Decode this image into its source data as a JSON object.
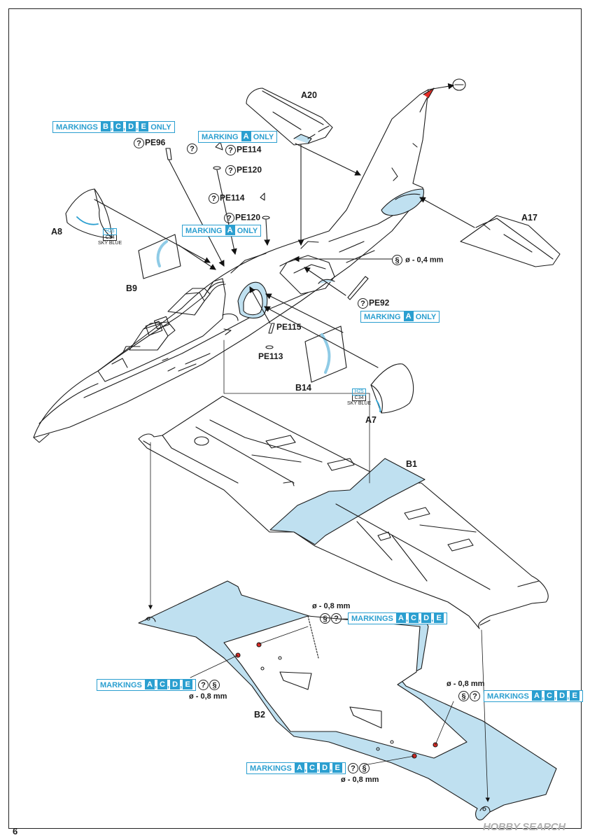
{
  "page_number": "6",
  "watermark": "HOBBY SEARCH",
  "parts": {
    "A20": "A20",
    "A17": "A17",
    "A8": "A8",
    "B9": "B9",
    "B14": "B14",
    "A7": "A7",
    "B1": "B1",
    "B2": "B2",
    "PE96": "PE96",
    "PE114a": "PE114",
    "PE120a": "PE120",
    "PE114b": "PE114",
    "PE120b": "PE120",
    "PE92": "PE92",
    "PE115": "PE115",
    "PE113": "PE113"
  },
  "drill_04": "ø - 0,4 mm",
  "drill_08": "ø - 0,8 mm",
  "markings_word": "MARKINGS",
  "marking_word": "MARKING",
  "only_word": "ONLY",
  "letters": {
    "A": "A",
    "B": "B",
    "C": "C",
    "D": "D",
    "E": "E"
  },
  "paint": {
    "code1": "H25",
    "code2": "C34",
    "name": "SKY BLUE"
  },
  "colors": {
    "accent": "#2b9fd0",
    "part_fill": "#bfe0f0",
    "drill_hole": "#e32b25"
  },
  "icons": [
    "question-icon",
    "drill-icon"
  ]
}
